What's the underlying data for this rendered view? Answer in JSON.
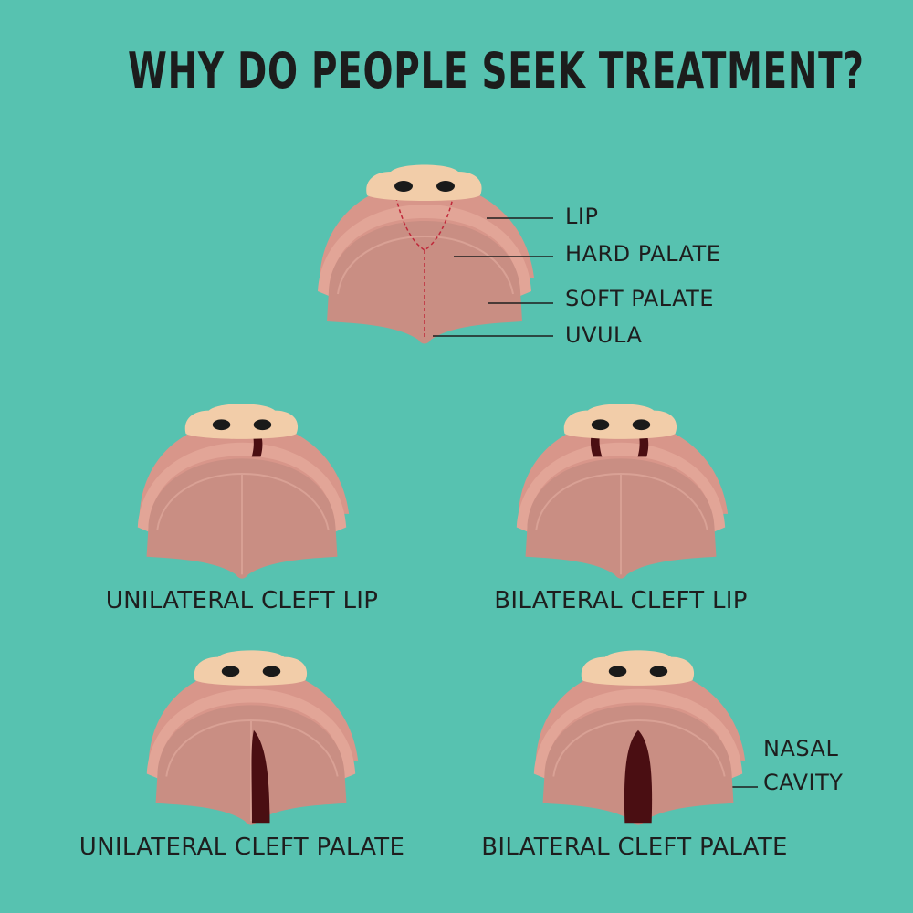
{
  "title": "WHY DO PEOPLE SEEK TREATMENT?",
  "anatomy_labels": {
    "lip": "LIP",
    "hard_palate": "HARD PALATE",
    "soft_palate": "SOFT PALATE",
    "uvula": "UVULA"
  },
  "captions": {
    "unilateral_cleft_lip": "UNILATERAL CLEFT LIP",
    "bilateral_cleft_lip": "BILATERAL CLEFT LIP",
    "unilateral_cleft_palate": "UNILATERAL CLEFT PALATE",
    "bilateral_cleft_palate": "BILATERAL CLEFT PALATE"
  },
  "nasal_cavity_label": [
    "NASAL",
    "CAVITY"
  ],
  "colors": {
    "background": "#57c2b0",
    "skin": "#f2cda9",
    "lip": "#d8968a",
    "palate_ridge": "#e2a597",
    "palate": "#c98e83",
    "cleft": "#4a0e12",
    "nostril": "#1a1a1a",
    "dashed_line": "#c0283a"
  }
}
